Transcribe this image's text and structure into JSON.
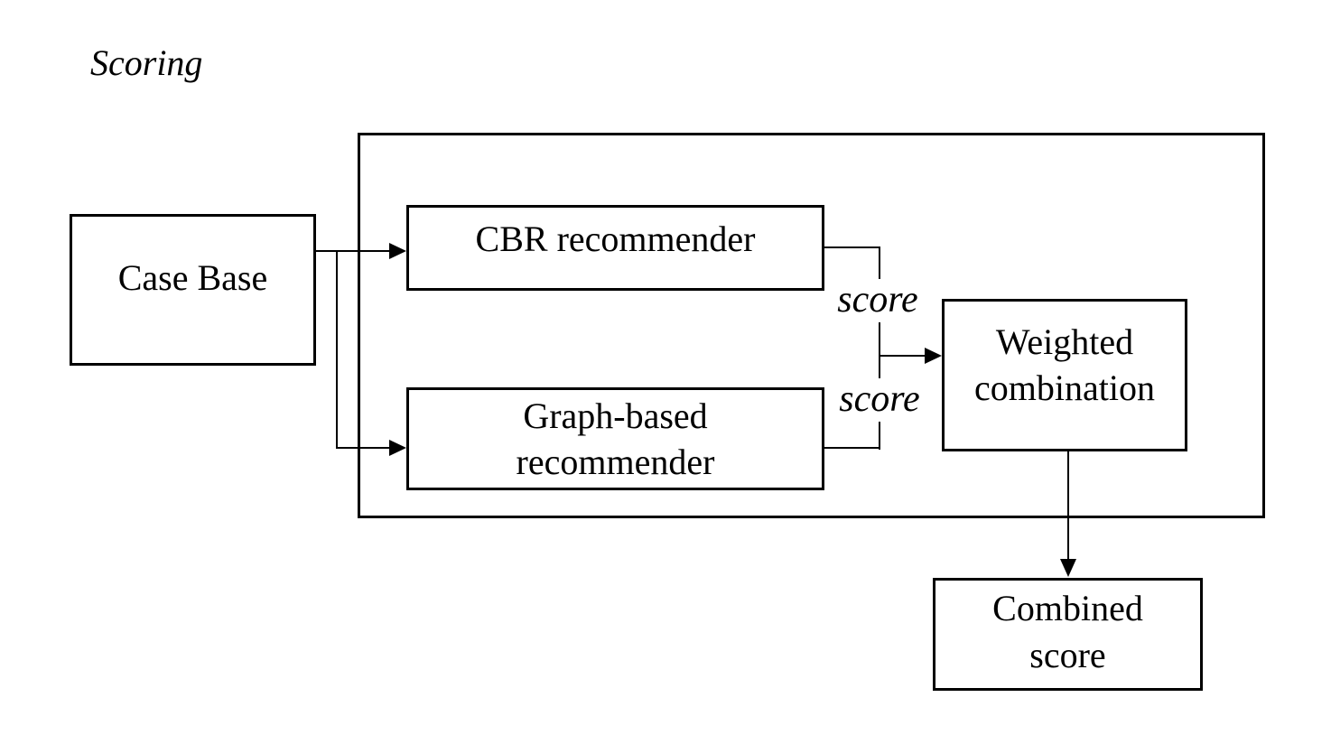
{
  "diagram": {
    "title": "Scoring",
    "nodes": {
      "case_base": {
        "label": "Case Base"
      },
      "cbr": {
        "label": "CBR recommender"
      },
      "graph": {
        "line1": "Graph-based",
        "line2": "recommender"
      },
      "weighted": {
        "line1": "Weighted",
        "line2": "combination"
      },
      "combined": {
        "line1": "Combined",
        "line2": "score"
      }
    },
    "edge_labels": {
      "score_cbr": "score",
      "score_graph": "score"
    },
    "colors": {
      "stroke": "#000000",
      "text": "#000000",
      "background": "#ffffff"
    }
  }
}
